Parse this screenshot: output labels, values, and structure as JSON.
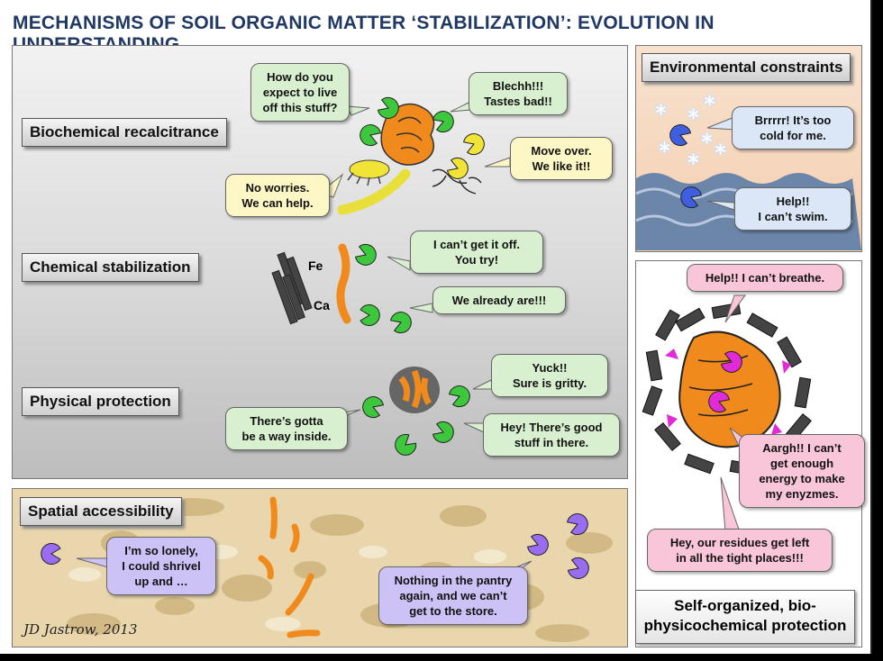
{
  "title": "MECHANISMS OF SOIL ORGANIC MATTER ‘STABILIZATION’: EVOLUTION IN UNDERSTANDING",
  "labels": {
    "biochemical": "Biochemical recalcitrance",
    "chemical": "Chemical stabilization",
    "physical": "Physical protection",
    "environmental": "Environmental constraints",
    "spatial": "Spatial accessibility",
    "self_organized": "Self-organized, bio-\nphysicochemical protection"
  },
  "bubbles": {
    "live_off": "How do you\nexpect to live\noff this stuff?",
    "blechh": "Blechh!!!\nTastes bad!!",
    "move_over": "Move over.\nWe like it!!",
    "no_worries": "No worries.\nWe can help.",
    "cant_get_off": "I can’t get it off.\nYou try!",
    "already_are": "We already are!!!",
    "yuck": "Yuck!!\nSure is gritty.",
    "gotta_be_way": "There’s gotta\nbe a way inside.",
    "good_stuff": "Hey! There’s good\nstuff in there.",
    "too_cold": "Brrrrr!  It’s too\ncold for me.",
    "cant_swim": "Help!!\nI can’t swim.",
    "cant_breathe": "Help!! I can’t breathe.",
    "aargh": "Aargh!! I can’t\nget enough\nenergy to make\nmy enyzmes.",
    "residues": "Hey, our residues get left\nin all the tight places!!!",
    "lonely": "I’m so lonely,\nI could shrivel\nup and …",
    "pantry": "Nothing in the pantry\nagain, and we can’t\nget to the store."
  },
  "mineral_labels": {
    "fe": "Fe",
    "ca": "Ca"
  },
  "signature": "JD Jastrow, 2013",
  "colors": {
    "title": "#1f3864",
    "microbe_green": "#3cc73c",
    "microbe_yellow": "#f2e437",
    "microbe_blue": "#3f5fe0",
    "microbe_purple": "#9a6cf0",
    "microbe_magenta": "#e22bd8",
    "organic_matter": "#f08a1c"
  },
  "icons": [
    "pacman-microbe-icon",
    "snowflake-icon",
    "water-wave-icon",
    "insect-larva-icon",
    "earthworm-icon",
    "fungal-hyphae-icon",
    "clay-mineral-icon",
    "organic-residue-icon",
    "aggregate-icon"
  ]
}
